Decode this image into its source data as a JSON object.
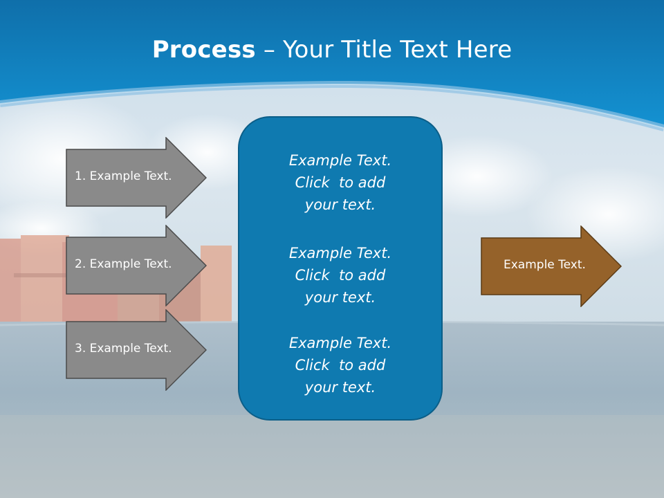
{
  "slide": {
    "title_bold": "Process",
    "title_rest": " – Your Title Text Here",
    "colors": {
      "header_blue": "#1189c9",
      "center_box": "#0f7ab0",
      "gray_arrow": "#8a8a8a",
      "brown_arrow": "#95622a"
    }
  },
  "left_arrows": [
    {
      "label": "1. Example Text."
    },
    {
      "label": "2. Example Text."
    },
    {
      "label": "3. Example Text."
    }
  ],
  "center_blocks": [
    {
      "lines": [
        "Example Text.",
        "Click  to add",
        "your text."
      ]
    },
    {
      "lines": [
        "Example Text.",
        "Click  to add",
        "your text."
      ]
    },
    {
      "lines": [
        "Example Text.",
        "Click  to add",
        "your text."
      ]
    }
  ],
  "right_arrow": {
    "label": "Example Text."
  }
}
